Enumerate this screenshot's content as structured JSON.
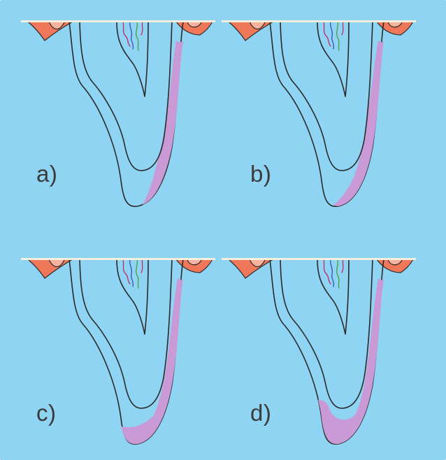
{
  "panels": [
    {
      "label": "a)"
    },
    {
      "label": "b)"
    },
    {
      "label": "c)"
    },
    {
      "label": "d)"
    }
  ],
  "colors": {
    "background": "#8fd4f2",
    "gum": "#f0785a",
    "enamel": "#f6efe2",
    "dentin": "#f0dfae",
    "pulp": "#f4a289",
    "highlight": "#c99ad6",
    "nerves": [
      "#c12a6c",
      "#3a55b8",
      "#4a9a3c"
    ]
  }
}
